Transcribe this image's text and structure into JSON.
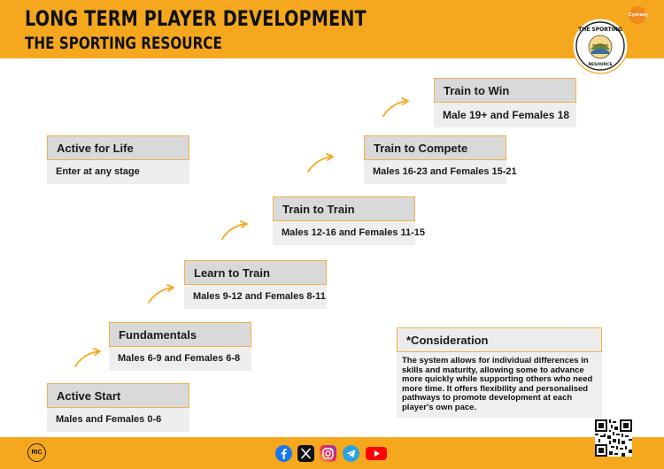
{
  "header": {
    "title": "LONG TERM PLAYER DEVELOPMENT",
    "subtitle": "THE SPORTING RESOURCE",
    "badge_text": "Cymraeg"
  },
  "logo": {
    "text_top": "THE SPORTING",
    "text_bottom": "RESOURCE"
  },
  "stages": [
    {
      "title": "Active Start",
      "detail": "Males and Females 0-6"
    },
    {
      "title": "Fundamentals",
      "detail": "Males 6-9 and Females 6-8"
    },
    {
      "title": "Learn to Train",
      "detail": "Males 9-12 and Females 8-11"
    },
    {
      "title": "Train to Train",
      "detail": "Males 12-16 and Females 11-15"
    },
    {
      "title": "Train to Compete",
      "detail": "Males 16-23 and Females 15-21"
    },
    {
      "title": "Train to Win",
      "detail": "Male 19+ and Females 18"
    },
    {
      "title": "Active for Life",
      "detail": "Enter at any stage"
    }
  ],
  "consideration": {
    "title": "*Consideration",
    "text": "The system allows for individual differences in skills and maturity, allowing some to advance more quickly while supporting others who need more time. It offers flexibility and personalised pathways to promote development at each player's own pace."
  },
  "footer": {
    "ric_label": "RIC",
    "social_icons": [
      "facebook-icon",
      "x-icon",
      "instagram-icon",
      "telegram-icon",
      "youtube-icon"
    ]
  },
  "colors": {
    "accent": "#f5a81e",
    "box_head": "#d9d9d9",
    "box_body": "#eeeeee"
  }
}
